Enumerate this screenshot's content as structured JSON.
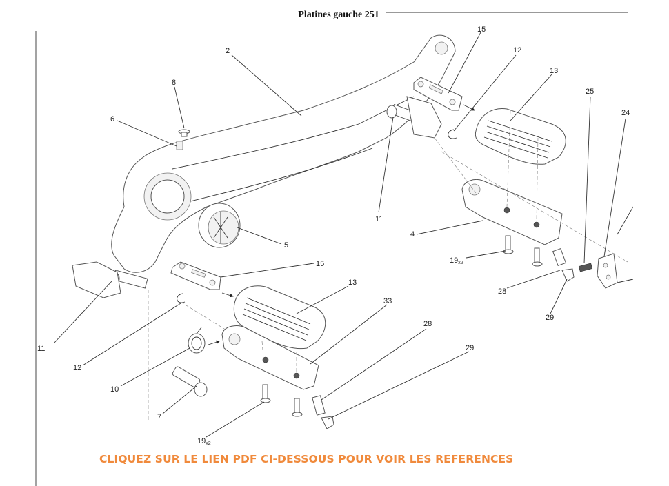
{
  "title": "Platines gauche 251",
  "cta": "CLIQUEZ SUR LE LIEN PDF CI-DESSOUS POUR VOIR LES REFERENCES",
  "colors": {
    "cta": "#f08a3c",
    "lines": "#333333"
  },
  "callouts": {
    "c15a": "15",
    "c12a": "12",
    "c13a": "13",
    "c2": "2",
    "c8": "8",
    "c6": "6",
    "c25": "25",
    "c24": "24",
    "c11a": "11",
    "c5": "5",
    "c4": "4",
    "c19a": "19",
    "c19a_sub": "x2",
    "c15b": "15",
    "c13b": "13",
    "c28a": "28",
    "c29a": "29",
    "c33": "33",
    "c11b": "11",
    "c12b": "12",
    "c10": "10",
    "c7": "7",
    "c28b": "28",
    "c29b": "29",
    "c19b": "19",
    "c19b_sub": "x2"
  }
}
